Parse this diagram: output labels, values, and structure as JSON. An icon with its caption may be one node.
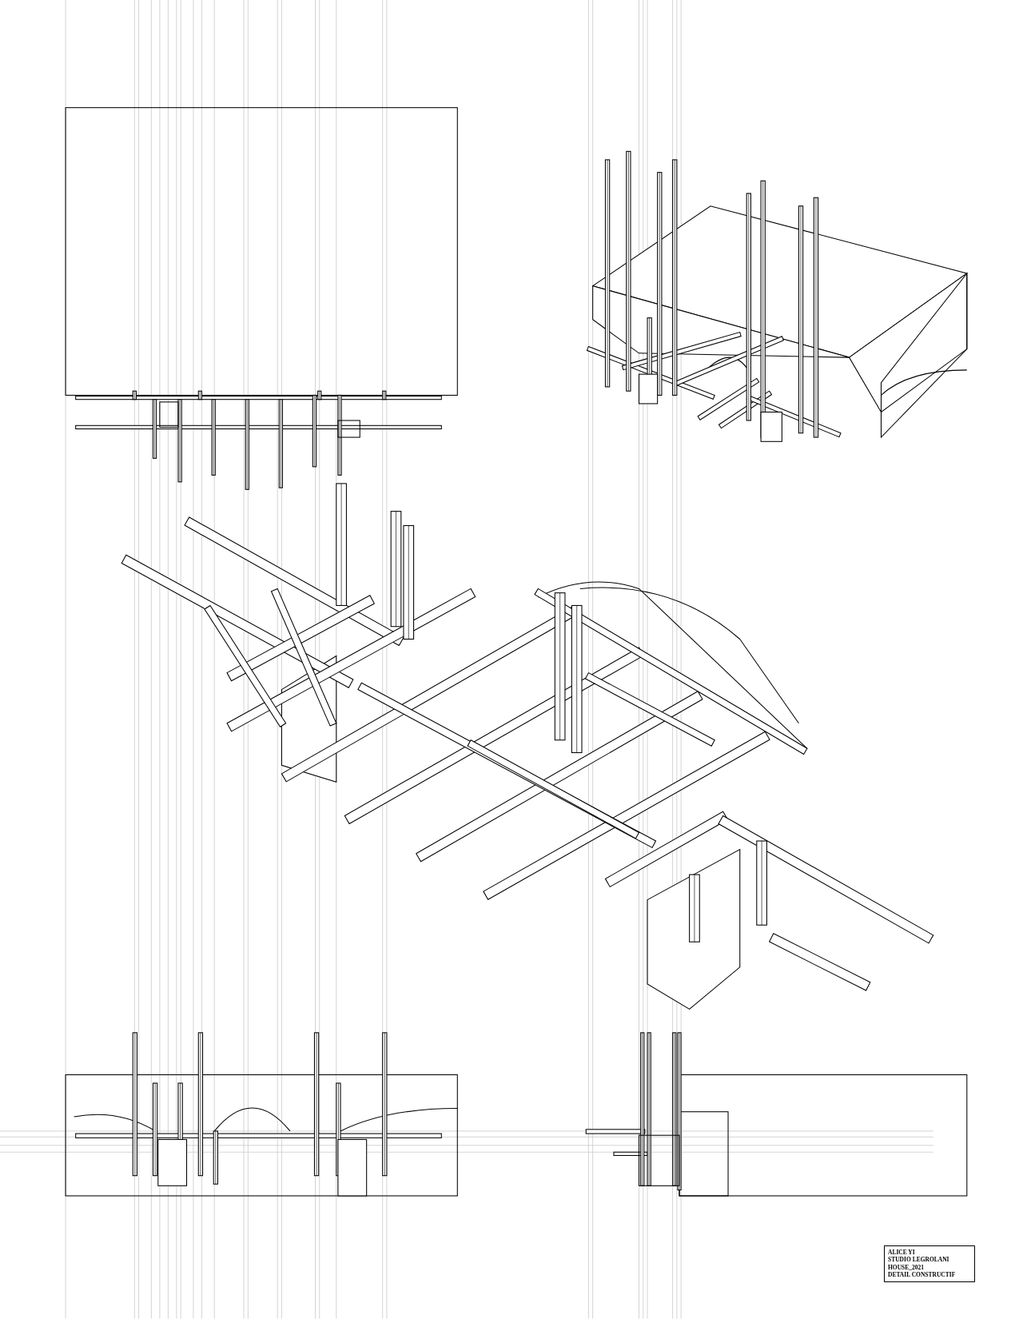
{
  "diagram": {
    "nodes": [
      {
        "text": [
          "ALICE YI",
          "STUDIO LEGROLANI",
          "HOUSE_2021",
          "DETAIL CONSTRUCTIF"
        ]
      }
    ]
  }
}
